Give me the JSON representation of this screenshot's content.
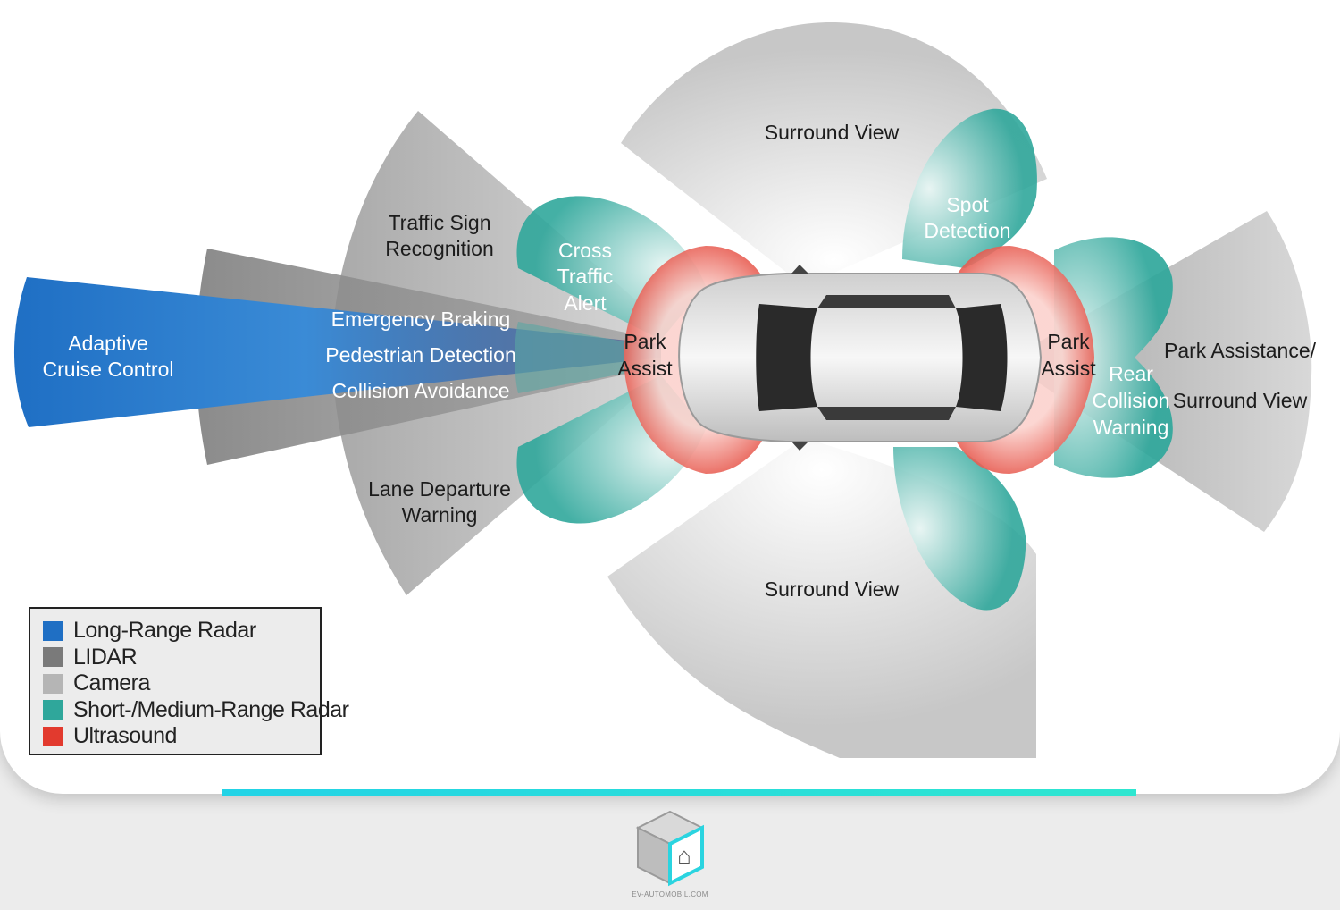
{
  "colors": {
    "long_range_radar": "#1f6fc4",
    "lidar": "#7a7a7a",
    "camera": "#b5b5b5",
    "short_medium_radar": "#2fa79b",
    "ultrasound": "#e23a2e",
    "accent": "#22d3e6"
  },
  "labels": {
    "adaptive_cruise_1": "Adaptive",
    "adaptive_cruise_2": "Cruise Control",
    "traffic_sign_1": "Traffic Sign",
    "traffic_sign_2": "Recognition",
    "emergency_braking": "Emergency Braking",
    "pedestrian_detection": "Pedestrian Detection",
    "collision_avoidance": "Collision Avoidance",
    "lane_departure_1": "Lane Departure",
    "lane_departure_2": "Warning",
    "cross_traffic_1": "Cross",
    "cross_traffic_2": "Traffic",
    "cross_traffic_3": "Alert",
    "park_assist_front_1": "Park",
    "park_assist_front_2": "Assist",
    "surround_view_top": "Surround View",
    "surround_view_bottom": "Surround View",
    "spot_detection_1": "Spot",
    "spot_detection_2": "Detection",
    "park_assist_rear_1": "Park",
    "park_assist_rear_2": "Assist",
    "rear_collision_1": "Rear",
    "rear_collision_2": "Collision",
    "rear_collision_3": "Warning",
    "park_assistance_1": "Park Assistance/",
    "park_assistance_2": "Surround View"
  },
  "legend": [
    {
      "label": "Long-Range Radar",
      "color": "#1f6fc4"
    },
    {
      "label": "LIDAR",
      "color": "#7a7a7a"
    },
    {
      "label": "Camera",
      "color": "#b5b5b5"
    },
    {
      "label": "Short-/Medium-Range Radar",
      "color": "#2fa79b"
    },
    {
      "label": "Ultrasound",
      "color": "#e23a2e"
    }
  ],
  "footer": {
    "logo_icon": "cube-logo-icon",
    "logo_text": "EV-AUTOMOBIL.COM"
  }
}
